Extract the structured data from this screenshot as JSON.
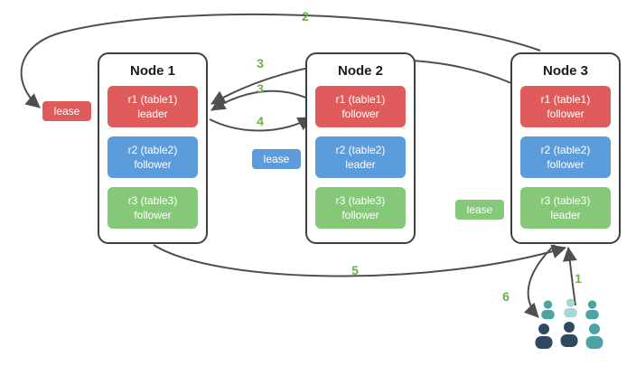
{
  "colors": {
    "red": "#e05c5c",
    "blue": "#5d9cdb",
    "green": "#84c878",
    "number-green": "#6ab04c",
    "arrow-gray": "#4f4f4f",
    "node-border": "#404040",
    "teal": "#4ba3a3",
    "teal-light": "#a9d6d4",
    "navy": "#2e4960"
  },
  "nodes": [
    {
      "title": "Node 1",
      "replicas": [
        {
          "name": "r1 (table1)",
          "role": "leader"
        },
        {
          "name": "r2 (table2)",
          "role": "follower"
        },
        {
          "name": "r3 (table3)",
          "role": "follower"
        }
      ]
    },
    {
      "title": "Node 2",
      "replicas": [
        {
          "name": "r1 (table1)",
          "role": "follower"
        },
        {
          "name": "r2 (table2)",
          "role": "leader"
        },
        {
          "name": "r3 (table3)",
          "role": "follower"
        }
      ]
    },
    {
      "title": "Node 3",
      "replicas": [
        {
          "name": "r1 (table1)",
          "role": "follower"
        },
        {
          "name": "r2 (table2)",
          "role": "follower"
        },
        {
          "name": "r3 (table3)",
          "role": "leader"
        }
      ]
    }
  ],
  "leases": [
    {
      "label": "lease"
    },
    {
      "label": "lease"
    },
    {
      "label": "lease"
    }
  ],
  "steps": {
    "s1": "1",
    "s2": "2",
    "s3a": "3",
    "s3b": "3",
    "s4": "4",
    "s5": "5",
    "s6": "6"
  },
  "icons": {
    "users": "users-group-icon"
  }
}
